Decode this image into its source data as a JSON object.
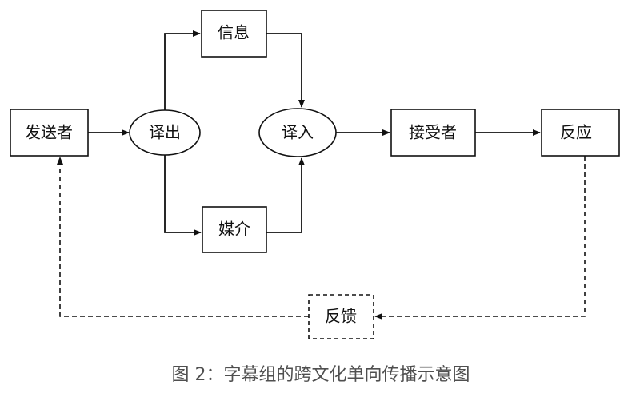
{
  "diagram": {
    "nodes": {
      "sender": "发送者",
      "encode": "译出",
      "message": "信息",
      "medium": "媒介",
      "decode": "译入",
      "receiver": "接受者",
      "response": "反应",
      "feedback": "反馈"
    },
    "caption": "图 2：字幕组的跨文化单向传播示意图",
    "colors": {
      "stroke": "#111111",
      "caption": "#4f4f4f",
      "background": "#ffffff"
    }
  }
}
